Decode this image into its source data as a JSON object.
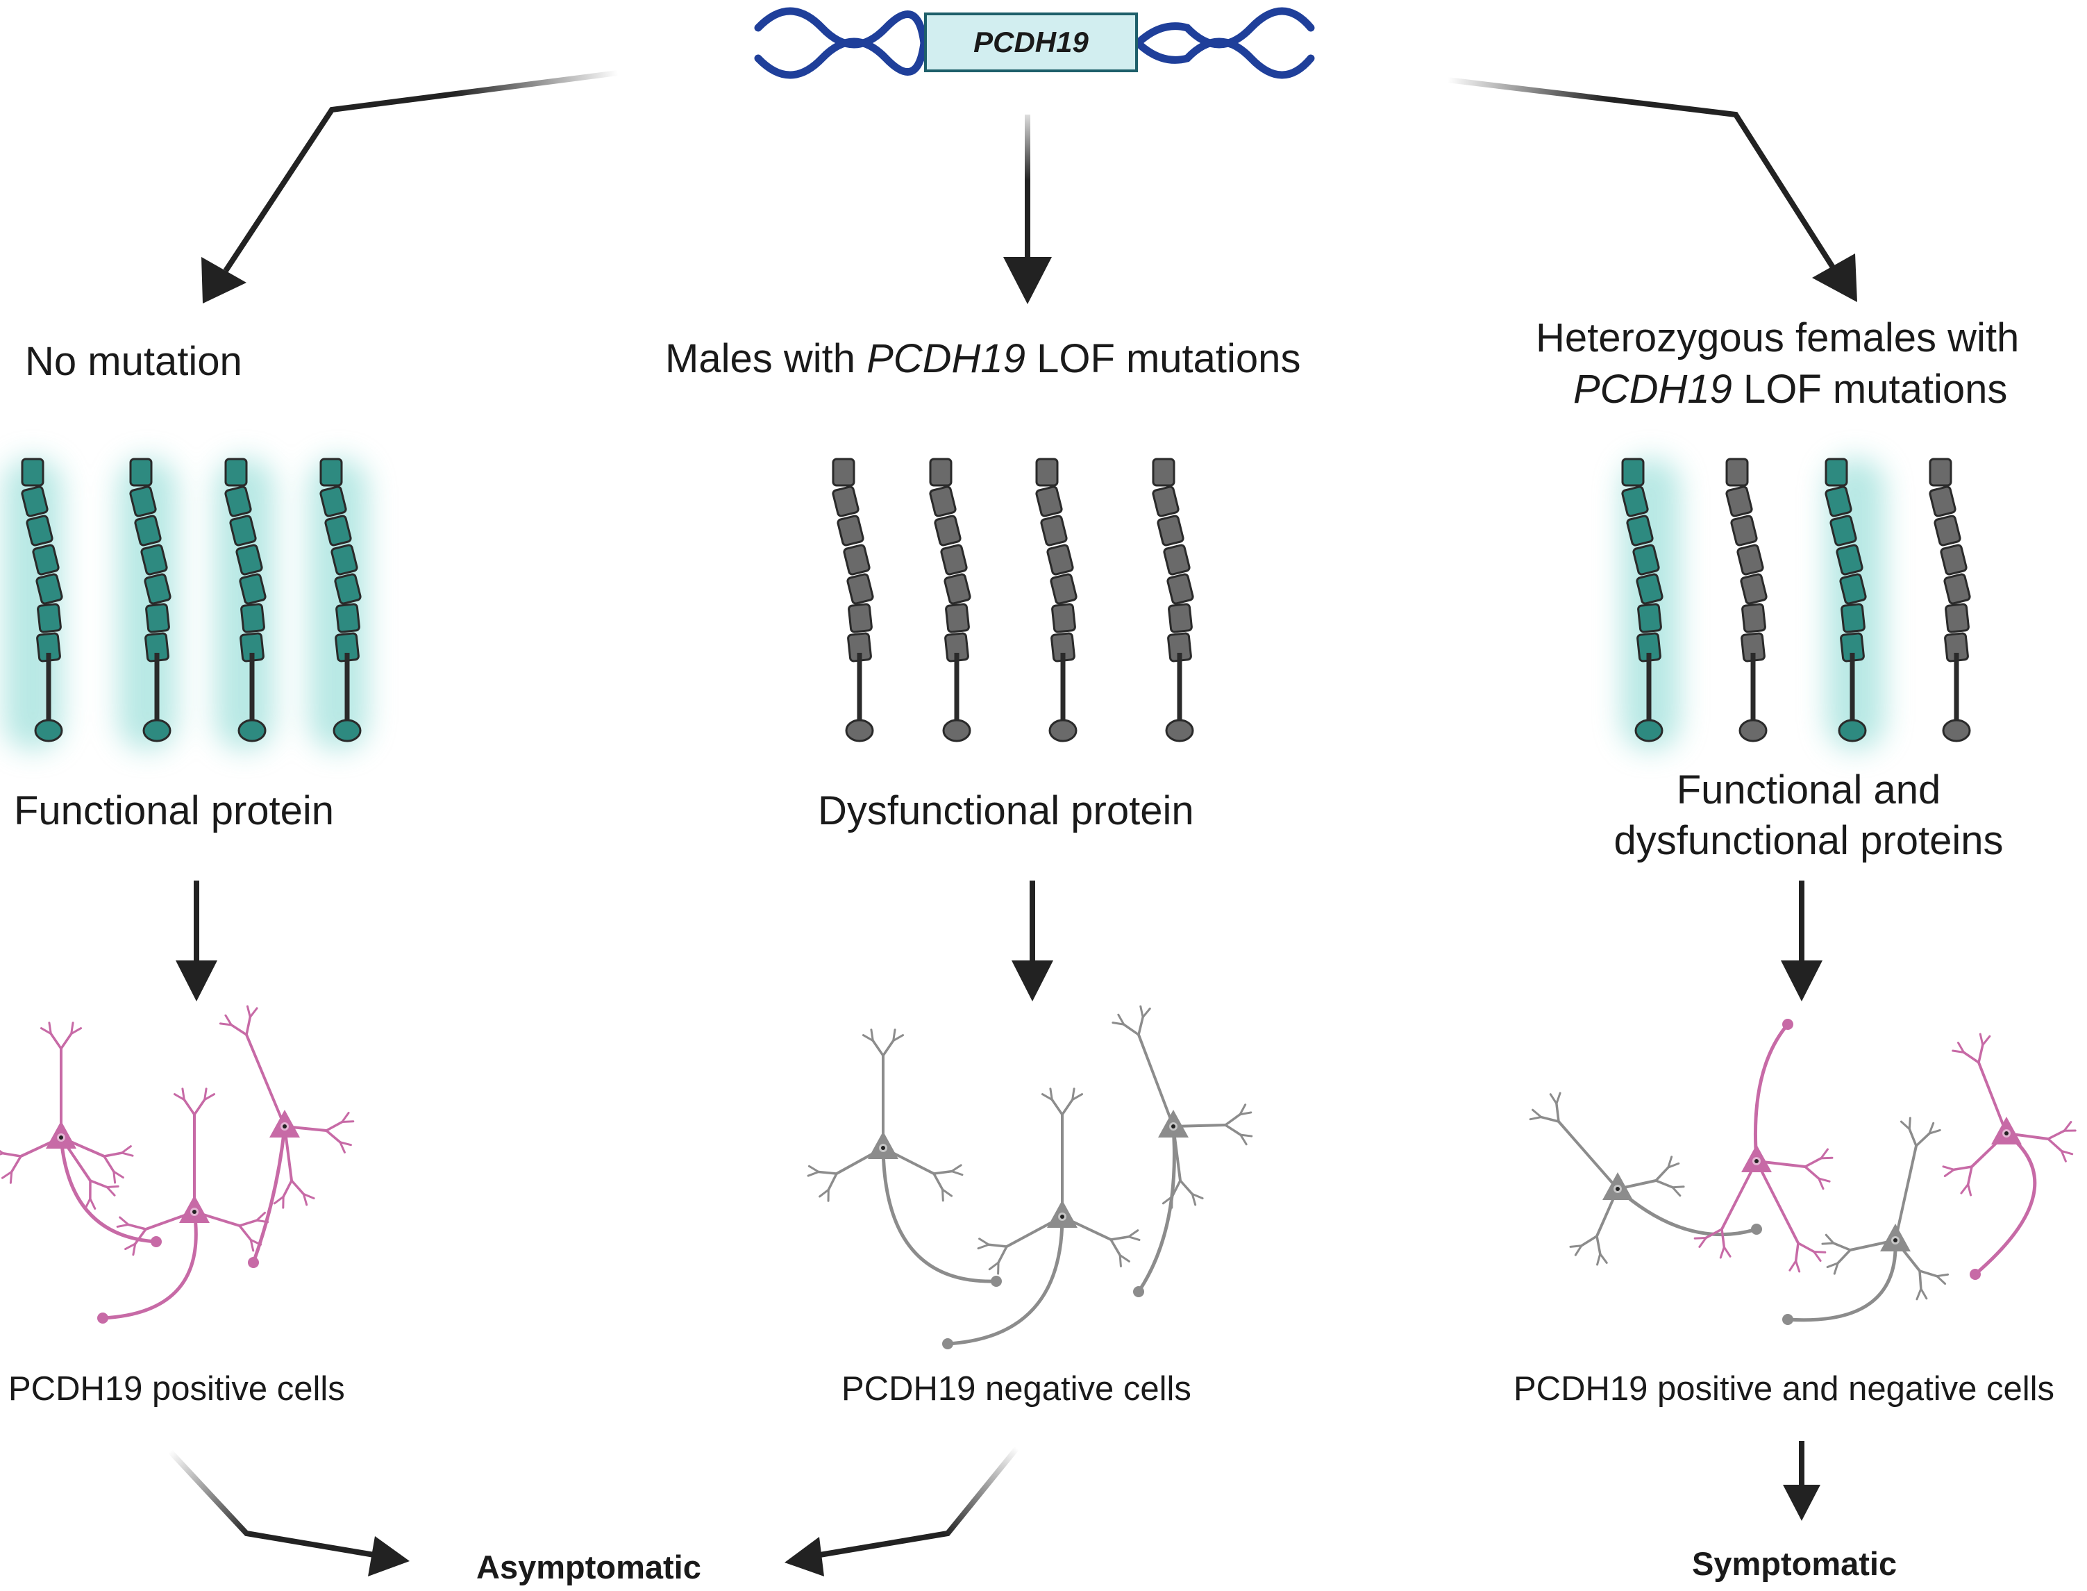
{
  "gene": {
    "name": "PCDH19"
  },
  "columns": [
    {
      "heading": "No mutation",
      "protein_label": "Functional protein",
      "cells_label": "PCDH19 positive cells"
    },
    {
      "heading_pre": "Males with ",
      "heading_gene": "PCDH19",
      "heading_post": " LOF mutations",
      "protein_label": "Dysfunctional protein",
      "cells_label": "PCDH19 negative cells"
    },
    {
      "heading_line1": "Heterozygous females with",
      "heading_gene": "PCDH19",
      "heading_post": " LOF mutations",
      "protein_label_line1": "Functional and",
      "protein_label_line2": "dysfunctional proteins",
      "cells_label": "PCDH19 positive and negative cells"
    }
  ],
  "outcomes": {
    "asymptomatic": "Asymptomatic",
    "symptomatic": "Symptomatic"
  },
  "colors": {
    "dna_strand": "#1f3f9a",
    "functional_protein": "#2e8a80",
    "dysfunctional_protein": "#6a6a6a",
    "positive_neuron": "#c76aa6",
    "negative_neuron": "#8c8c8c",
    "arrow": "#222222"
  },
  "icons": [
    "dna-icon",
    "protein-icon",
    "neuron-icon",
    "arrow-icon"
  ]
}
